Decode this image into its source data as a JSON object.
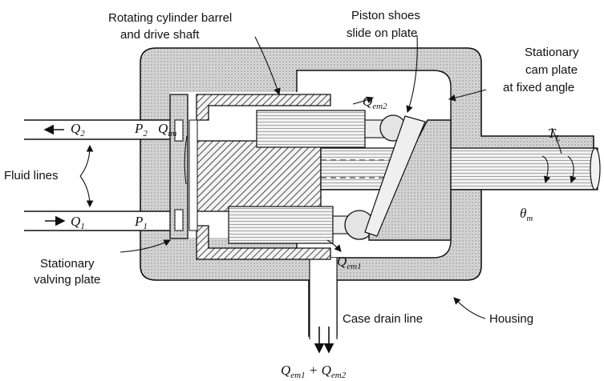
{
  "labels": {
    "rotating_barrel": [
      "Rotating cylinder barrel",
      "and drive shaft"
    ],
    "piston_shoes": [
      "Piston shoes",
      "slide on plate"
    ],
    "cam_plate": [
      "Stationary",
      "cam plate",
      "at fixed angle"
    ],
    "fluid_lines": "Fluid lines",
    "valving_plate": [
      "Stationary",
      "valving plate"
    ],
    "case_drain": "Case drain line",
    "housing": "Housing"
  },
  "symbols": {
    "q2": {
      "main": "Q",
      "sub": "2"
    },
    "p2": {
      "main": "P",
      "sub": "2"
    },
    "qim": {
      "main": "Q",
      "sub": "im"
    },
    "q1": {
      "main": "Q",
      "sub": "1"
    },
    "p1": {
      "main": "P",
      "sub": "1"
    },
    "qem2": {
      "main": "Q",
      "sub": "em2"
    },
    "qem1": {
      "main": "Q",
      "sub": "em1"
    },
    "tl": {
      "main": "T",
      "sub": "L"
    },
    "theta_m": {
      "main": "θ",
      "sub": "m"
    },
    "drain_sum": {
      "a": "Q",
      "a_sub": "em1",
      "plus": " + ",
      "b": "Q",
      "b_sub": "em2"
    }
  },
  "colors": {
    "stroke": "#111111",
    "housing_fill": "#cfcfcf",
    "metal_fill": "#e9e9e9",
    "hatch": "#222222"
  }
}
